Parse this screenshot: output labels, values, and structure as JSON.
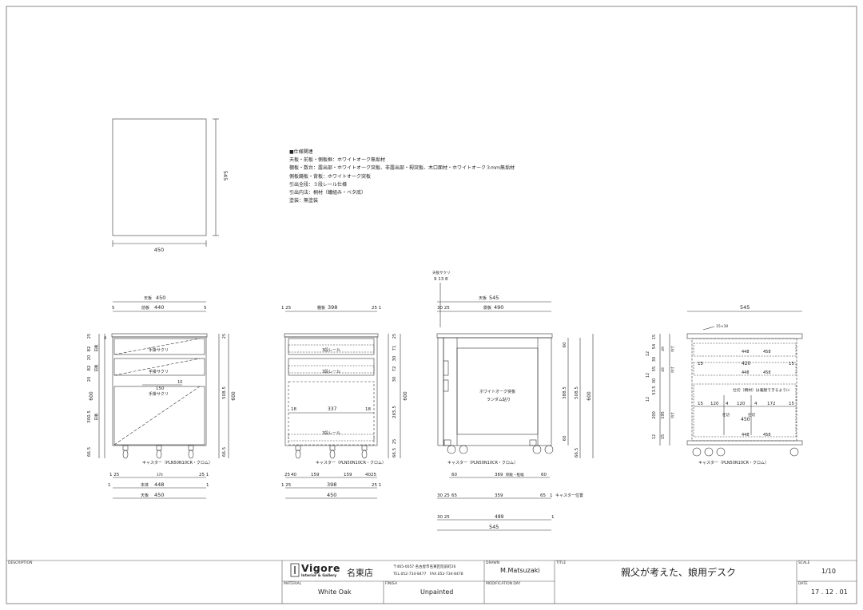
{
  "spec": {
    "heading": "■仕様関連",
    "lines": [
      "天板・前板・側板框：ホワイトオーク無垢材",
      "棚板・数台：露出部・ホワイトオーク突板、非露出部・栂突板、木口面材・ホワイトオーク３ｍｍ無垢材",
      "側板鏡板・背板：ホワイトオーク突板",
      "引出全段：３段レール仕様",
      "引出内法：桐材（蟻組み・ベタ底）",
      "塗装：無塗装"
    ]
  },
  "top_view": {
    "width": "450",
    "depth": "545"
  },
  "front_view": {
    "top_label": "天板",
    "top_width": "450",
    "front_label": "前板",
    "front_width": "440",
    "side_gap_l": "5",
    "side_gap_r": "5",
    "height_total": "600",
    "height_body": "508.5",
    "height_caster": "66.5",
    "drawer_h1": "82",
    "drawer_h2": "82",
    "drawer_h3": "300.5",
    "gap_a": "25",
    "gap_b": "4",
    "gap_c": "20",
    "gap_d": "20",
    "front_tag": "前板",
    "pull_label": "手掛サクリ",
    "pull_width": "150",
    "pull_note": "10",
    "caster_label": "キャスター（PLN50N10CR・クロム）",
    "dim_a_l": "1 25",
    "dim_a_r": "25 1",
    "dim_a_c": "370",
    "body_label": "本体",
    "body_width": "448",
    "dim_b_l": "1",
    "dim_b_r": "1",
    "top2_label": "天板",
    "top2_width": "450"
  },
  "section_view": {
    "shelf_label": "棚板",
    "shelf_width": "398",
    "dim_l": "1 25",
    "dim_r": "25 1",
    "rail_label": "3段レール",
    "inner_w": "337",
    "side_l": "18",
    "side_r": "18",
    "h1": "25",
    "h2": "71",
    "h3": "30",
    "h4": "72",
    "h5": "30",
    "h6": "265.5",
    "h7": "25",
    "h8": "66.5",
    "h_total": "600",
    "caster_label": "キャスター（PLN50N10CR・クロム）",
    "bottom_dims": [
      "25",
      "40",
      "159",
      "159",
      "40",
      "25"
    ],
    "bottom2_l": "1 25",
    "bottom2_c": "398",
    "bottom2_r": "25 1",
    "bottom3": "450"
  },
  "side_view": {
    "grip_label": "天板サクリ",
    "grip_dims": "9 13 8",
    "top_label": "天板",
    "top_width": "545",
    "left_dim": "30 25",
    "side_label": "側板",
    "side_width": "490",
    "panel_text1": "ホワイトオーク突板",
    "panel_text2": "ランダム貼り",
    "h_top": "60",
    "h_mid": "388.5",
    "h_bot": "60",
    "h_body": "508.5",
    "h_total": "600",
    "h_caster": "66.5",
    "caster_label": "キャスター（PLN50N10CR・クロム）",
    "rail_l": "60",
    "rail_c": "369",
    "rail_label": "側板・框幅",
    "rail_r": "60",
    "pos_l": "30 25",
    "pos_a": "65",
    "pos_c": "359",
    "pos_b": "65",
    "pos_r": "1",
    "pos_label": "キャスター位置",
    "b2_l": "30 25",
    "b2_c": "489",
    "b2_r": "1",
    "b3": "545"
  },
  "interior_view": {
    "width": "545",
    "rod_label": "15×30",
    "inner_1": "420",
    "side_15a": "15",
    "side_15b": "15",
    "drawer_w1": "448",
    "drawer_w2": "448",
    "drawer_w3": "448",
    "drawer_d1": "458",
    "drawer_d2": "458",
    "drawer_d3": "458",
    "sub_dims": [
      "15",
      "120",
      "4",
      "120",
      "4",
      "172",
      "15"
    ],
    "partition_note": "仕切（桐材）は着脱できるように",
    "partition_a": "仕切",
    "partition_b": "仕切",
    "partition_w": "450",
    "v_dims": [
      "15",
      "54",
      "12",
      "30",
      "55",
      "12",
      "30",
      "53.5",
      "12",
      "200",
      "195",
      "12",
      "15"
    ],
    "v_side": [
      "49",
      "49",
      "内寸",
      "内寸",
      "内寸"
    ],
    "caster_label": "キャスター（PLN50N10CR・クロム）"
  },
  "title_block": {
    "description_label": "DESCRIPTION",
    "brand": "Vigore",
    "brand_sub": "Interior & Gallery",
    "store": "名東店",
    "address": "〒465-0057 名古屋市名東区陸前町26",
    "tel": "TEL.052-734-8477　FAX.052-734-8478",
    "drawn_label": "DRAWN",
    "drawn": "M.Matsuzaki",
    "title_label": "TITLE",
    "title": "親父が考えた、娘用デスク",
    "scale_label": "SCALE",
    "scale": "1/10",
    "material_label": "MATERIAL",
    "material": "White Oak",
    "finish_label": "FINISH",
    "finish": "Unpainted",
    "modification_label": "MODIFICATION DAY",
    "date_label": "DATE",
    "date": "17 . 12 . 01"
  }
}
